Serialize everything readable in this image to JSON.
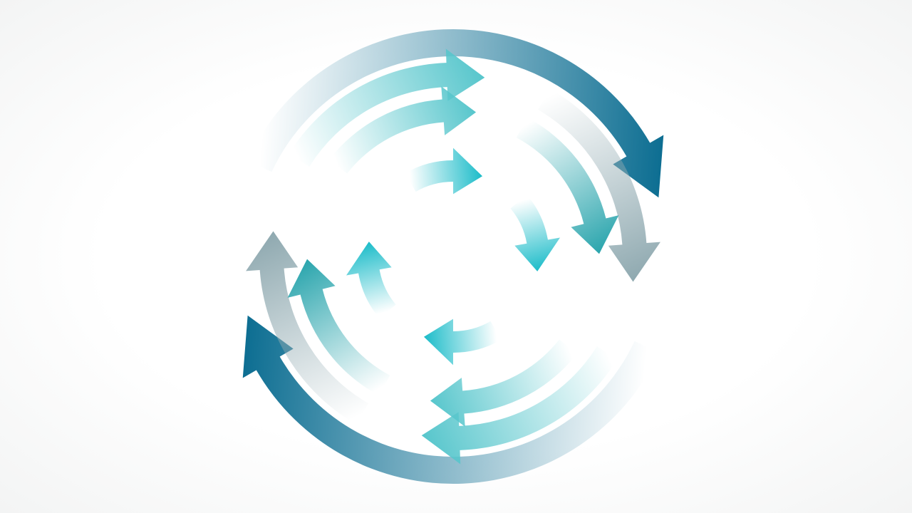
{
  "background_color": "#ffffff",
  "colors": {
    "dark_teal": "#0d6e92",
    "gray_teal": "#8fa9b0",
    "mid_teal": "#2aa5ad",
    "aqua": "#57c6cc",
    "bright_cyan": "#1cbcc9"
  },
  "rings": [
    {
      "name": "outer",
      "color_key": "dark_teal",
      "arrow_count": 2
    },
    {
      "name": "second",
      "color_key": "gray_teal",
      "arrow_count": 2
    },
    {
      "name": "third",
      "color_key": "mid_teal",
      "arrow_count": 2
    },
    {
      "name": "inner",
      "color_key": "bright_cyan",
      "arrow_count": 4
    }
  ],
  "rotation": "clockwise",
  "icons": [
    "circular-arrows-icon"
  ]
}
